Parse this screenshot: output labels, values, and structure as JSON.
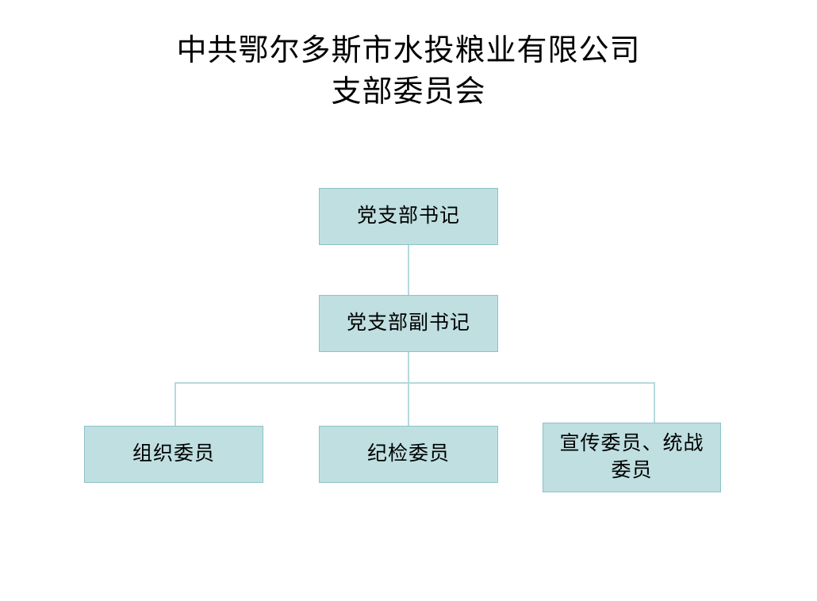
{
  "slide": {
    "background_color": "#ffffff",
    "title": {
      "lines": [
        "中共鄂尔多斯市水投粮业有限公司",
        "支部委员会"
      ]
    }
  },
  "theme": {
    "node_fill": "#bfdfe1",
    "node_border": "#8cc3c7",
    "connector_color": "#b5dadd",
    "text_color": "#000000"
  },
  "chart_data": {
    "type": "diagram",
    "title": "中共鄂尔多斯市水投粮业有限公司支部委员会",
    "layout": "org-chart",
    "nodes": [
      {
        "id": "secretary",
        "label": "党支部书记",
        "level": 0,
        "parent": null
      },
      {
        "id": "deputy",
        "label": "党支部副书记",
        "level": 1,
        "parent": "secretary"
      },
      {
        "id": "organization",
        "label": "组织委员",
        "level": 2,
        "parent": "deputy"
      },
      {
        "id": "discipline",
        "label": "纪检委员",
        "level": 2,
        "parent": "deputy"
      },
      {
        "id": "propaganda",
        "label": "宣传委员、统战委员",
        "level": 2,
        "parent": "deputy"
      }
    ],
    "edges": [
      {
        "from": "secretary",
        "to": "deputy"
      },
      {
        "from": "deputy",
        "to": "organization"
      },
      {
        "from": "deputy",
        "to": "discipline"
      },
      {
        "from": "deputy",
        "to": "propaganda"
      }
    ]
  },
  "nodes": {
    "secretary": {
      "label": "党支部书记"
    },
    "deputy": {
      "label": "党支部副书记"
    },
    "organization": {
      "label": "组织委员"
    },
    "discipline": {
      "label": "纪检委员"
    },
    "propaganda": {
      "label": "宣传委员、统战委员"
    }
  }
}
